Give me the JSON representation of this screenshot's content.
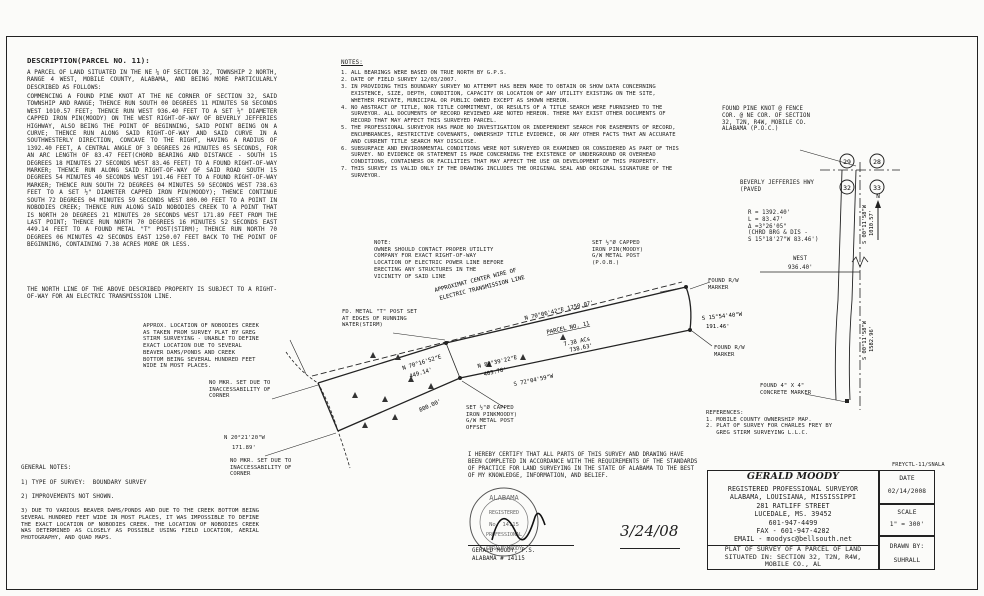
{
  "description": {
    "title": "DESCRIPTION(PARCEL NO. 11):",
    "para1": "A PARCEL OF LAND SITUATED IN THE NE ¼ OF SECTION 32, TOWNSHIP 2 NORTH, RANGE 4 WEST, MOBILE COUNTY, ALABAMA, AND BEING MORE PARTICULARLY DESCRIBED AS FOLLOWS:",
    "para2": "COMMENCING A FOUND PINE KNOT AT THE NE CORNER OF SECTION 32, SAID TOWNSHIP AND RANGE; THENCE RUN SOUTH 00 DEGREES 11 MINUTES 58 SECONDS WEST 1010.57 FEET; THENCE RUN WEST 936.40 FEET TO A SET ½\" DIAMETER CAPPED IRON PIN(MOODY) ON THE WEST RIGHT-OF-WAY OF BEVERLY JEFFERIES HIGHWAY, ALSO BEING THE POINT OF BEGINNING, SAID POINT BEING ON A CURVE; THENCE RUN ALONG SAID RIGHT-OF-WAY AND SAID CURVE IN A SOUTHWESTERLY DIRECTION, CONCAVE TO THE RIGHT, HAVING A RADIUS OF 1392.40 FEET, A CENTRAL ANGLE OF 3 DEGREES 26 MINUTES 05 SECONDS, FOR AN ARC LENGTH OF 83.47 FEET(CHORD BEARING AND DISTANCE - SOUTH 15 DEGREES 18 MINUTES 27 SECONDS WEST 83.46 FEET) TO A FOUND RIGHT-OF-WAY MARKER; THENCE RUN ALONG SAID RIGHT-OF-WAY OF SAID ROAD SOUTH 15 DEGREES 54 MINUTES 40 SECONDS WEST 191.46 FEET TO A FOUND RIGHT-OF-WAY MARKER; THENCE RUN SOUTH 72 DEGREES 04 MINUTES 59 SECONDS WEST 738.63 FEET TO A SET ½\" DIAMETER CAPPED IRON PIN(MOODY); THENCE CONTINUE SOUTH 72 DEGREES 04 MINUTES 59 SECONDS WEST 800.00 FEET TO A POINT IN NOBODIES CREEK; THENCE RUN ALONG SAID NOBODIES CREEK TO A POINT THAT IS NORTH 20 DEGREES 21 MINUTES 20 SECONDS WEST 171.89 FEET FROM THE LAST POINT; THENCE RUN NORTH 70 DEGREES 16 MINUTES 52 SECONDS EAST 449.14 FEET TO A FOUND METAL \"T\" POST(STIRM); THENCE RUN NORTH 70 DEGREES 06 MINUTES 42 SECONDS EAST 1250.07 FEET BACK TO THE POINT OF BEGINNING, CONTAINING 7.38 ACRES MORE OR LESS.",
    "para3": "THE NORTH LINE OF THE ABOVE DESCRIBED PROPERTY IS SUBJECT TO A RIGHT-OF-WAY FOR AN ELECTRIC TRANSMISSION LINE."
  },
  "notes": {
    "title": "NOTES:",
    "items": [
      "ALL BEARINGS WERE BASED ON TRUE NORTH BY G.P.S.",
      "DATE OF FIELD SURVEY 12/03/2007.",
      "IN PROVIDING THIS BOUNDARY SURVEY NO ATTEMPT HAS BEEN MADE TO OBTAIN OR SHOW DATA CONCERNING EXISTENCE, SIZE, DEPTH, CONDITION, CAPACITY OR LOCATION OF ANY UTILITY EXISTING ON THE SITE, WHETHER PRIVATE, MUNICIPAL OR PUBLIC OWNED EXCEPT AS SHOWN HEREON.",
      "NO ABSTRACT OF TITLE, NOR TITLE COMMITMENT, OR RESULTS OF A TITLE SEARCH WERE FURNISHED TO THE SURVEYOR. ALL DOCUMENTS OF RECORD REVIEWED ARE NOTED HEREON. THERE MAY EXIST OTHER DOCUMENTS OF RECORD THAT MAY AFFECT THIS SURVEYED PARCEL.",
      "THE PROFESSIONAL SURVEYOR HAS MADE NO INVESTIGATION OR INDEPENDENT SEARCH FOR EASEMENTS OF RECORD, ENCUMBRANCES, RESTRICTIVE COVENANTS, OWNERSHIP TITLE EVIDENCE, OR ANY OTHER FACTS THAT AN ACCURATE AND CURRENT TITLE SEARCH MAY DISCLOSE.",
      "SUBSURFACE AND ENVIRONMENTAL CONDITIONS WERE NOT SURVEYED OR EXAMINED OR CONSIDERED AS PART OF THIS SURVEY. NO EVIDENCE OR STATEMENT IS MADE CONCERNING THE EXISTENCE OF UNDERGROUND OR OVERHEAD CONDITIONS, CONTAINERS OR FACILITIES THAT MAY AFFECT THE USE OR DEVELOPMENT OF THIS PROPERTY.",
      "THIS SURVEY IS VALID ONLY IF THE DRAWING INCLUDES THE ORIGINAL SEAL AND ORIGINAL SIGNATURE OF THE SURVEYOR."
    ]
  },
  "plat_labels": {
    "found_pine_knot": "FOUND PINE KNOT @ FENCE\nCOR. @ NE COR. OF SECTION\n32, T2N, R4W, MOBILE CO.\nALABAMA (P.O.C.)",
    "sec29": "29",
    "sec28": "28",
    "sec32": "32",
    "sec33": "33",
    "beverly_hwy": "BEVERLY JEFFERIES HWY\n(PAVED",
    "curve_data": "R = 1392.40'\nL = 83.47'\nΔ =3°26'05\"\n(CHRD BRG & DIS -\nS 15°18'27\"W 83.46')",
    "east_dist_top": "S 00°11'58\"W",
    "east_dist_val": "1010.57'",
    "west_label": "WEST",
    "west_dist": "936.40'",
    "owner_note": "NOTE:\nOWNER SHOULD CONTACT PROPER UTILITY\nCOMPANY FOR EXACT RIGHT-OF-WAY\nLOCATION OF ELECTRIC POWER LINE BEFORE\nERECTING ANY STRUCTURES IN THE\nVICINITY OF SAID LINE",
    "set_pin_pob": "SET ½\"Ø CAPPED\nIRON PIN(MOODY)\nG/W METAL POST\n(P.O.B.)",
    "found_rw_1": "FOUND R/W\nMARKER",
    "s15_bearing": "S 15°54'40\"W",
    "s15_dist": "191.46'",
    "found_rw_2": "FOUND R/W\nMARKER",
    "east_dist2_top": "S 00°11'58\"W",
    "east_dist2_val": "1582.96'",
    "found_concrete": "FOUND 4\" X 4\"\nCONCRETE MARKER",
    "power_line": "APPROXIMAT CENTER WIRE OF\nELECTRIC TRANSMISSION LINE",
    "fd_metal_post": "FD. METAL \"T\" POST SET\nAT EDGES OF RUNNING\nWATER(STIRM)",
    "n70_06_bearing": "N 70°06'42\"E  1250.07'",
    "parcel": "PARCEL NO. 11",
    "acres": "7.38 ACs",
    "dist_738": "738.63'",
    "approx_creek": "APPROX. LOCATION OF NOBODIES CREEK\nAS TAKEN FROM SURVEY PLAT BY GREG\nSTIRM SURVEYING - UNABLE TO DEFINE\nEXACT LOCATION DUE TO SEVERAL\nBEAVER DAMS/PONDS AND CREEK\nBOTTOM BEING SEVERAL HUNDRED FEET\nWIDE IN MOST PLACES.",
    "n70_16_bearing": "N 70°16'52\"E",
    "n70_16_dist": "449.14'",
    "n80_bearing": "N 80°39'22\"E",
    "n80_dist": "403.78'",
    "s72_bearing": "S 72°04'59\"W",
    "dist_800": "800.00'",
    "no_mkr_1": "NO MKR. SET DUE TO\nINACCESSABILITY OF\nCORNER",
    "set_pin_2": "SET ½\"Ø CAPPED\nIRON PINKMOODY)\nG/W METAL POST\nOFFSET",
    "n20_bearing": "N 20°21'20\"W",
    "n20_dist": "171.89'",
    "no_mkr_2": "NO MKR. SET DUE TO\nINACCESSABILITY OF\nCORNER",
    "references": "REFERENCES:\n1. MOBILE COUNTY OWNERSHIP MAP.\n2. PLAT OF SURVEY FOR CHARLES FREY BY\n   GREG STIRM SURVEYING L.L.C.",
    "north_label": "N"
  },
  "general_notes": {
    "title": "GENERAL NOTES:",
    "n1": "1) TYPE OF SURVEY:  BOUNDARY SURVEY",
    "n2": "2) IMPROVEMENTS NOT SHOWN.",
    "n3": "3) DUE TO VARIOUS BEAVER DAMS/PONDS AND DUE TO THE CREEK BOTTOM BEING SEVERAL HUNDRED FEET WIDE IN MOST PLACES, IT WAS IMPOSSIBLE TO DEFINE THE EXACT LOCATION OF NOBODIES CREEK. THE LOCATION OF NOBODIES CREEK WAS DETERMINED AS CLOSELY AS POSSIBLE USING FIELD LOCATION, AERIAL PHOTOGRAPHY, AND QUAD MAPS."
  },
  "certification": {
    "text": "I HEREBY CERTIFY THAT ALL PARTS OF THIS SURVEY AND DRAWING HAVE BEEN COMPLETED IN ACCORDANCE WITH THE REQUIREMENTS OF THE STANDARDS OF PRACTICE FOR LAND SURVEYING IN THE STATE OF ALABAMA TO THE BEST OF MY KNOWLEDGE, INFORMATION, AND BELIEF.",
    "signer": "GERALD MOODY, P.S.",
    "license": "ALABAMA # 14115",
    "signed_date": "3/24/08",
    "seal_state": "ALABAMA",
    "seal_reg": "REGISTERED",
    "seal_no": "No. 14115",
    "seal_role": "PROFESSIONAL",
    "seal_name": "GERALD MOODY"
  },
  "title_block": {
    "file_ref": "FREYCTL-11/SNALA",
    "company": "GERALD MOODY",
    "line1": "REGISTERED PROFESSIONAL SURVEYOR",
    "line2": "ALABAMA, LOUISIANA, MISSISSIPPI",
    "line3": "281 RATLIFF STREET",
    "line4": "LUCEDALE, MS. 39452",
    "phone": "601-947-4499",
    "fax": "FAX - 601-947-4282",
    "email": "EMAIL - moodysc@bellsouth.net",
    "plat_title": "PLAT OF SURVEY OF A PARCEL OF LAND\nSITUATED IN: SECTION 32, T2N, R4W,\nMOBILE CO., AL",
    "date_label": "DATE",
    "date_value": "02/14/2008",
    "scale_label": "SCALE",
    "scale_value": "1\" = 300'",
    "drawn_label": "DRAWN BY:",
    "drawn_value": "SUHRALL"
  }
}
